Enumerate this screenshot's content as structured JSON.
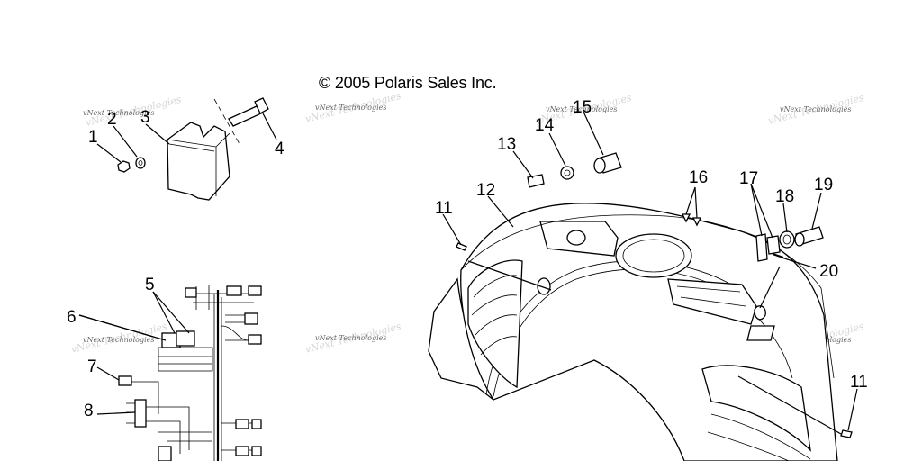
{
  "copyright": "© 2005 Polaris Sales Inc.",
  "watermark": "vNext Technologies",
  "callouts": [
    "1",
    "2",
    "3",
    "4",
    "5",
    "6",
    "7",
    "8",
    "11",
    "12",
    "13",
    "14",
    "15",
    "16",
    "17",
    "18",
    "19",
    "20",
    "11"
  ]
}
